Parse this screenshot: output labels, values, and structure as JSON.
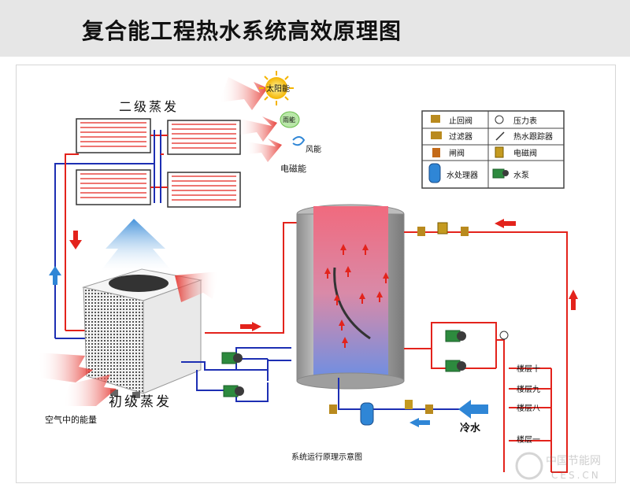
{
  "title": "复合能工程热水系统高效原理图",
  "labels": {
    "secondary_evaporation": "二级蒸发",
    "primary_evaporation": "初级蒸发",
    "solar": "太阳能",
    "rain": "雨能",
    "wind": "风能",
    "electromagnetic": "电磁能",
    "air_energy": "空气中的能量",
    "cold_water": "冷水",
    "caption": "系统运行原理示意图"
  },
  "legend": [
    {
      "symbol": "check-valve-icon",
      "label": "止回阀"
    },
    {
      "symbol": "pressure-gauge-icon",
      "label": "压力表"
    },
    {
      "symbol": "filter-icon",
      "label": "过滤器"
    },
    {
      "symbol": "hot-water-tracer-icon",
      "label": "热水跟踪器"
    },
    {
      "symbol": "gate-valve-icon",
      "label": "闸阀"
    },
    {
      "symbol": "solenoid-valve-icon",
      "label": "电磁阀"
    },
    {
      "symbol": "water-processor-icon",
      "label": "水处理器"
    },
    {
      "symbol": "water-pump-icon",
      "label": "水泵"
    }
  ],
  "floors": [
    "楼层十",
    "楼层九",
    "楼层八",
    "楼层一"
  ],
  "watermark": {
    "cn": "中国节能网",
    "en": "CES.CN"
  },
  "colors": {
    "hot": "#e3231c",
    "cold": "#1d2fb3",
    "arrow_blue": "#2f86d6"
  }
}
